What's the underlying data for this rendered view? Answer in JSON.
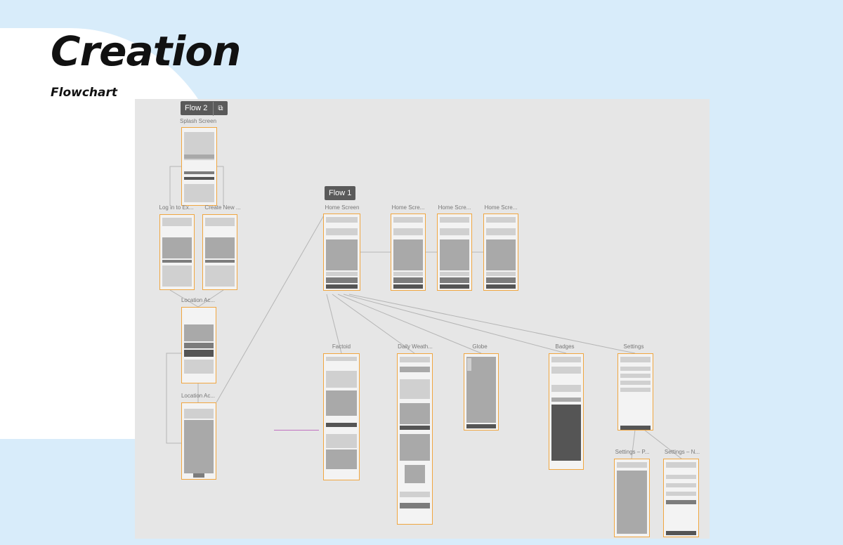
{
  "header": {
    "title": "Creation",
    "subtitle": "Flowchart"
  },
  "flows": [
    {
      "label": "Flow 2"
    },
    {
      "label": "Flow 1"
    }
  ],
  "screens": {
    "splash": "Splash Screen",
    "login": "Log in to Ex...",
    "create": "Create New ...",
    "location_access_1": "Location Ac...",
    "location_access_2": "Location Ac...",
    "home": "Home Screen",
    "home_2": "Home Scre...",
    "home_3": "Home Scre...",
    "home_4": "Home Scre...",
    "factoid": "Factoid",
    "daily_weather": "Daily Weath...",
    "globe": "Globe",
    "badges": "Badges",
    "settings": "Settings",
    "settings_p": "Settings – P...",
    "settings_n": "Settings – N..."
  },
  "colors": {
    "background": "#d8ecfa",
    "canvas": "#e6e6e6",
    "frame_border": "#f0a640",
    "flow_badge": "#5a5a5a",
    "annotation": "#c040c0"
  },
  "icons": {
    "link": "link-icon"
  }
}
